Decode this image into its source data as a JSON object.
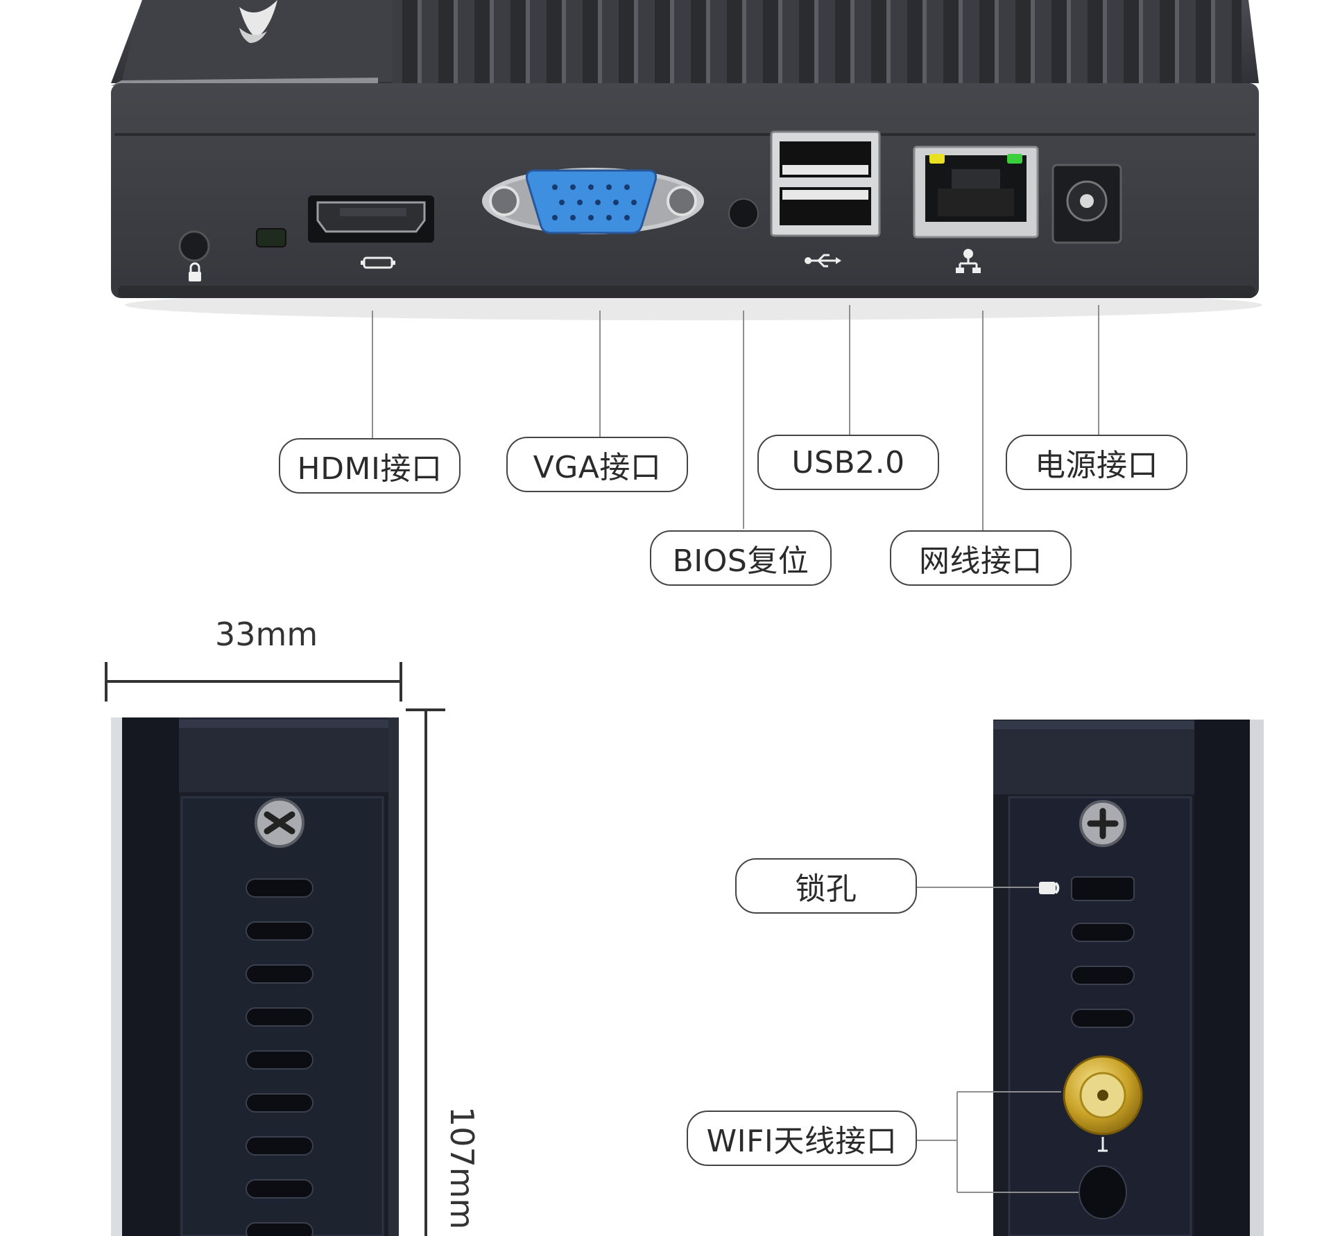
{
  "callouts": {
    "hdmi": "HDMI接口",
    "vga": "VGA接口",
    "usb": "USB2.0",
    "power": "电源接口",
    "bios": "BIOS复位",
    "lan": "网线接口",
    "lock": "锁孔",
    "wifi": "WIFI天线接口"
  },
  "dimensions": {
    "width": "33mm",
    "height": "107mm"
  },
  "colors": {
    "chassis": "#3a3c40",
    "chassis_dark": "#2a2c31",
    "side_panel": "#1f2330",
    "vga_blue": "#3f8fe0",
    "antenna_gold": "#c9a227",
    "led_yellow": "#e8e020",
    "led_green": "#3ccf3c"
  },
  "icons": [
    "lock-icon",
    "hdmi-icon",
    "usb-icon",
    "network-icon",
    "brand-logo-icon",
    "screw-icon"
  ]
}
